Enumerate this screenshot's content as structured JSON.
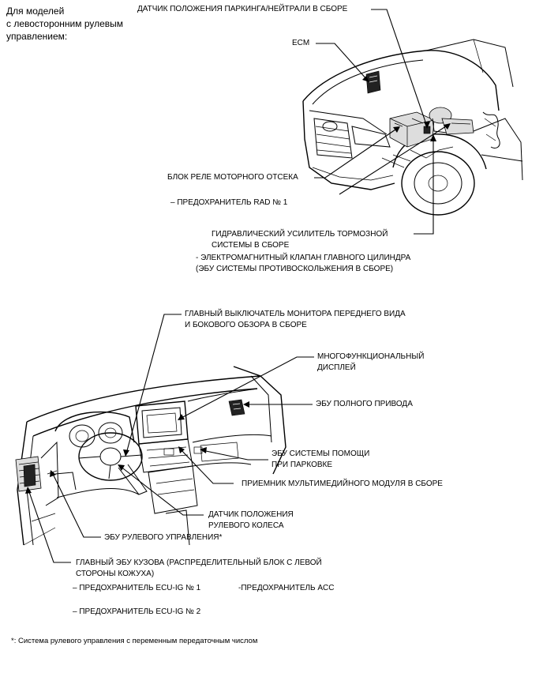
{
  "header": {
    "line1": "Для моделей",
    "line2": "с левосторонним рулевым",
    "line3": "управлением:"
  },
  "engine_labels": {
    "park_neutral_1": "ДАТЧИК ПОЛОЖЕНИЯ ПАРКИНГА/НЕЙТРАЛИ В СБОРЕ",
    "ecm": "ECM",
    "relay_block": "БЛОК РЕЛЕ МОТОРНОГО ОТСЕКА",
    "fuse_rad": "– ПРЕДОХРАНИТЕЛЬ RAD № 1",
    "brake_booster_1": "ГИДРАВЛИЧЕСКИЙ УСИЛИТЕЛЬ ТОРМОЗНОЙ",
    "brake_booster_2": "СИСТЕМЫ В СБОРЕ",
    "solenoid_1": "- ЭЛЕКТРОМАГНИТНЫЙ КЛАПАН ГЛАВНОГО ЦИЛИНДРА",
    "solenoid_2": "(ЭБУ СИСТЕМЫ ПРОТИВОСКОЛЬЖЕНИЯ В СБОРЕ)"
  },
  "cabin_labels": {
    "monitor_switch_1": "ГЛАВНЫЙ ВЫКЛЮЧАТЕЛЬ МОНИТОРА ПЕРЕДНЕГО ВИДА",
    "monitor_switch_2": "И БОКОВОГО ОБЗОРА В СБОРЕ",
    "display_1": "МНОГОФУНКЦИОНАЛЬНЫЙ",
    "display_2": "ДИСПЛЕЙ",
    "awd_ecu": "ЭБУ ПОЛНОГО ПРИВОДА",
    "parking_ecu_1": "ЭБУ СИСТЕМЫ ПОМОЩИ",
    "parking_ecu_2": "ПРИ ПАРКОВКЕ",
    "multimedia": "ПРИЕМНИК МУЛЬТИМЕДИЙНОГО МОДУЛЯ В СБОРЕ",
    "steering_sensor_1": "ДАТЧИК ПОЛОЖЕНИЯ",
    "steering_sensor_2": "РУЛЕВОГО КОЛЕСА",
    "steering_ecu": "ЭБУ РУЛЕВОГО УПРАВЛЕНИЯ*",
    "body_ecu_1": "ГЛАВНЫЙ ЭБУ КУЗОВА (РАСПРЕДЕЛИТЕЛЬНЫЙ БЛОК С ЛЕВОЙ",
    "body_ecu_2": "СТОРОНЫ КОЖУХА)",
    "fuse_ecu_ig1": "– ПРЕДОХРАНИТЕЛЬ ECU-IG № 1",
    "fuse_acc": "-ПРЕДОХРАНИТЕЛЬ ACC",
    "fuse_ecu_ig2": "– ПРЕДОХРАНИТЕЛЬ ECU-IG № 2"
  },
  "footnote": "*: Система рулевого управления с переменным передаточным числом"
}
